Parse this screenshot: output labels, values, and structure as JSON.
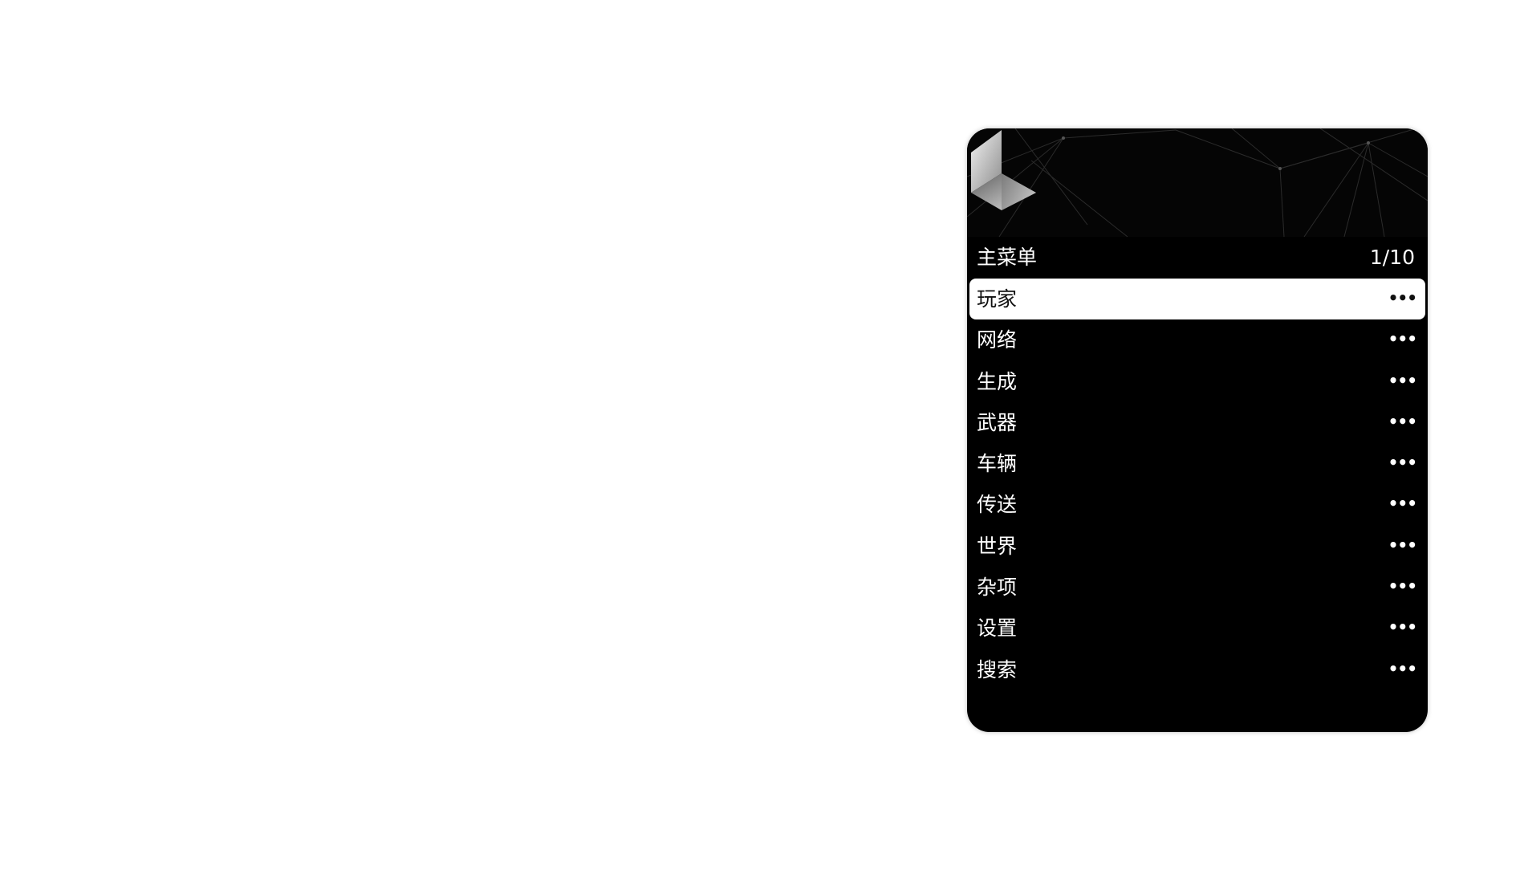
{
  "menu": {
    "title": "主菜单",
    "counter": "1/10",
    "selected_index": 0,
    "items": [
      {
        "label": "玩家",
        "more": "•••"
      },
      {
        "label": "网络",
        "more": "•••"
      },
      {
        "label": "生成",
        "more": "•••"
      },
      {
        "label": "武器",
        "more": "•••"
      },
      {
        "label": "车辆",
        "more": "•••"
      },
      {
        "label": "传送",
        "more": "•••"
      },
      {
        "label": "世界",
        "more": "•••"
      },
      {
        "label": "杂项",
        "more": "•••"
      },
      {
        "label": "设置",
        "more": "•••"
      },
      {
        "label": "搜索",
        "more": "•••"
      }
    ]
  },
  "icons": {
    "logo": "cube-logo-icon",
    "more": "ellipsis-icon"
  },
  "colors": {
    "panel_bg": "#000000",
    "selected_bg": "#ffffff",
    "text": "#ffffff",
    "selected_text": "#111111"
  }
}
